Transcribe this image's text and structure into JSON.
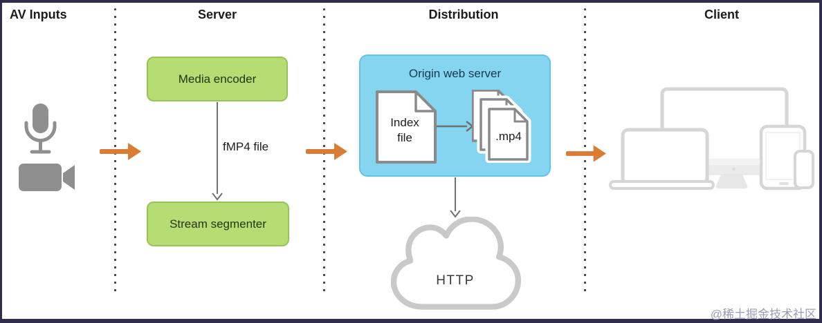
{
  "diagram": {
    "type": "flow-diagram",
    "topic": "HTTP Live Streaming architecture",
    "columns": {
      "av_inputs_title": "AV Inputs",
      "server_title": "Server",
      "distribution_title": "Distribution",
      "client_title": "Client"
    },
    "av_inputs": {
      "icons": [
        "microphone-icon",
        "video-camera-icon"
      ]
    },
    "server": {
      "media_encoder_label": "Media encoder",
      "stream_segmenter_label": "Stream segmenter",
      "edge_label": "fMP4 file"
    },
    "distribution": {
      "origin_server_label": "Origin web server",
      "index_file_label": "Index file",
      "mp4_label": ".mp4",
      "cloud_label": "HTTP"
    },
    "client": {
      "icons": [
        "tv-icon",
        "laptop-icon",
        "desktop-monitor-icon",
        "tablet-icon",
        "phone-icon"
      ]
    },
    "colors": {
      "green_box_fill": "#b6dc74",
      "green_box_border": "#97c455",
      "blue_box_fill": "#85d5f0",
      "blue_box_border": "#5ec5e6",
      "arrow_orange": "#db7c35",
      "gray_arrow": "#6f6f6f",
      "icon_gray": "#8f8f8f",
      "device_gray": "#d6d6d6",
      "cloud_gray": "#c9c9c9",
      "frame_navy": "#2e2e4c"
    },
    "watermark": "@稀土掘金技术社区"
  }
}
